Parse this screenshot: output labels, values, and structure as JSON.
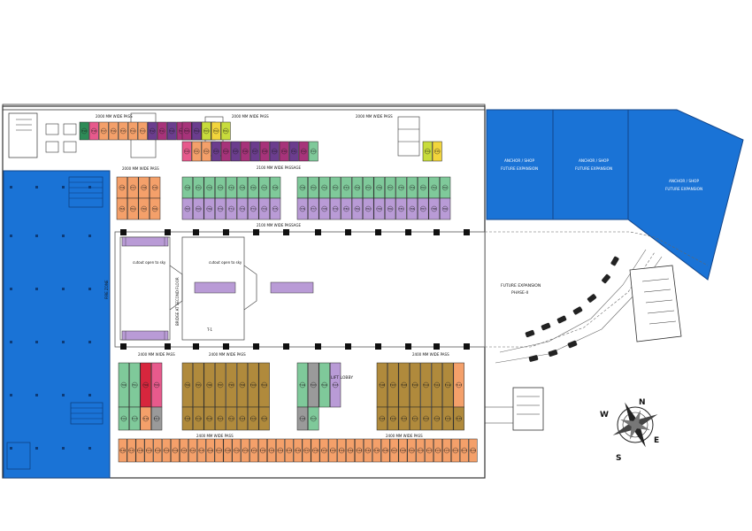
{
  "labels": {
    "pass_top_left": "2000 MM WIDE PASS",
    "pass_top_mid": "2000 MM WIDE PASS",
    "pass_top_right": "2000 MM WIDE PASS",
    "pass_upper_row": "2000 MM WIDE PASS",
    "passage_mid": "2100 MM WIDE PASSAGE",
    "passage_left": "2100 MM WIDE PASSAGE",
    "pass_lower_left": "2400 MM WIDE PASS",
    "pass_lower_mid": "2400 MM WIDE PASS",
    "pass_lower_right": "2400 MM WIDE PASS",
    "pass_bottom_left": "2400 MM WIDE PASS",
    "pass_bottom_right": "2400 MM WIDE PASS",
    "cutout_1": "cutout open to sky",
    "cutout_2": "cutout open to sky",
    "bridge": "BRIDGE AT SECOND FLOOR",
    "lift_lobby": "LIFT LOBBY",
    "future_expansion": "FUTURE EXPANSION",
    "phase": "PHASE-II",
    "anchor_1": "ANCHOR / SHOP",
    "anchor_2": "ANCHOR / SHOP",
    "anchor_3": "ANCHOR / SHOP",
    "future_exp_1": "FUTURE EXPANSION",
    "future_exp_2": "FUTURE EXPANSION",
    "future_exp_3": "FUTURE EXPANSION",
    "t1": "T-1",
    "fire_zone": "FIRE ZONE",
    "compass_n": "N",
    "compass_s": "S",
    "compass_e": "E",
    "compass_w": "W"
  },
  "colors": {
    "blue": "#1a73d6",
    "orange": "#f4a06a",
    "lavender": "#b99bd6",
    "green": "#7fc99a",
    "olive": "#b08a3c",
    "pink": "#e75a8c",
    "magenta": "#a7337a",
    "purple": "#6b3d8e",
    "lime": "#c8dc3c",
    "yellow": "#f2d53c",
    "darkgreen": "#2e8b57",
    "red": "#d7263d",
    "grey": "#9a9a9a"
  },
  "shop_rows": [
    {
      "name": "row-top-a",
      "units": [
        [
          "darkgreen",
          "T19"
        ],
        [
          "pink",
          "T18"
        ],
        [
          "orange",
          "T17"
        ],
        [
          "orange",
          "T16"
        ],
        [
          "orange",
          "T15"
        ],
        [
          "orange",
          "T14"
        ],
        [
          "orange",
          "T13"
        ],
        [
          "purple",
          "T12"
        ],
        [
          "magenta",
          "T11"
        ],
        [
          "purple",
          "T10"
        ],
        [
          "magenta",
          "T09"
        ],
        [
          "purple",
          "T08"
        ],
        [
          "magenta",
          "T07"
        ],
        [
          "purple",
          "T06"
        ],
        [
          "magenta",
          "T05"
        ],
        [
          "purple",
          "T04"
        ],
        [
          "lime",
          "T03"
        ],
        [
          "yellow",
          "T02"
        ],
        [
          "lime",
          "T01"
        ]
      ]
    },
    {
      "name": "row-top-b",
      "units": [
        [
          "pink",
          "T20"
        ],
        [
          "orange",
          "T21"
        ],
        [
          "orange",
          "T22"
        ],
        [
          "purple",
          "T23"
        ],
        [
          "magenta",
          "T24"
        ],
        [
          "purple",
          "T25"
        ],
        [
          "magenta",
          "T26"
        ],
        [
          "purple",
          "T27"
        ],
        [
          "magenta",
          "T28"
        ],
        [
          "purple",
          "T29"
        ],
        [
          "magenta",
          "T30"
        ],
        [
          "purple",
          "T31"
        ],
        [
          "magenta",
          "T32"
        ],
        [
          "green",
          "T33"
        ],
        [
          "lime",
          "T34"
        ],
        [
          "yellow",
          "T35"
        ]
      ]
    },
    {
      "name": "row-upper-1",
      "units": [
        [
          "orange",
          "T36"
        ],
        [
          "orange",
          "T37"
        ],
        [
          "orange",
          "T38"
        ],
        [
          "orange",
          "T39"
        ],
        [
          "green",
          "T40"
        ],
        [
          "green",
          "T41"
        ],
        [
          "green",
          "T42"
        ],
        [
          "green",
          "T43"
        ],
        [
          "green",
          "T44"
        ],
        [
          "green",
          "T45"
        ],
        [
          "green",
          "T46"
        ],
        [
          "green",
          "T47"
        ],
        [
          "green",
          "T48"
        ],
        [
          "green",
          "T49"
        ],
        [
          "green",
          "T50"
        ],
        [
          "green",
          "T51"
        ],
        [
          "green",
          "T52"
        ],
        [
          "green",
          "T53"
        ],
        [
          "green",
          "T54"
        ],
        [
          "green",
          "T55"
        ],
        [
          "green",
          "T56"
        ],
        [
          "green",
          "T57"
        ],
        [
          "green",
          "T58"
        ],
        [
          "green",
          "T59"
        ],
        [
          "green",
          "T60"
        ],
        [
          "green",
          "T61"
        ],
        [
          "green",
          "T62"
        ]
      ]
    },
    {
      "name": "row-upper-2",
      "units": [
        [
          "orange",
          "T63"
        ],
        [
          "orange",
          "T64"
        ],
        [
          "orange",
          "T65"
        ],
        [
          "orange",
          "T66"
        ],
        [
          "lavender",
          "T67"
        ],
        [
          "lavender",
          "T68"
        ],
        [
          "lavender",
          "T69"
        ],
        [
          "lavender",
          "T70"
        ],
        [
          "lavender",
          "T71"
        ],
        [
          "lavender",
          "T72"
        ],
        [
          "lavender",
          "T73"
        ],
        [
          "lavender",
          "T74"
        ],
        [
          "lavender",
          "T75"
        ],
        [
          "lavender",
          "T76"
        ],
        [
          "lavender",
          "T77"
        ],
        [
          "lavender",
          "T78"
        ],
        [
          "lavender",
          "T79"
        ],
        [
          "lavender",
          "T80"
        ],
        [
          "lavender",
          "T81"
        ],
        [
          "lavender",
          "T82"
        ],
        [
          "lavender",
          "T83"
        ],
        [
          "lavender",
          "T84"
        ],
        [
          "lavender",
          "T85"
        ],
        [
          "lavender",
          "T86"
        ],
        [
          "lavender",
          "T87"
        ],
        [
          "lavender",
          "T88"
        ],
        [
          "lavender",
          "T89"
        ]
      ]
    },
    {
      "name": "row-lower-1",
      "units": [
        [
          "green",
          "T90"
        ],
        [
          "green",
          "T91"
        ],
        [
          "red",
          "T92"
        ],
        [
          "pink",
          "T93"
        ],
        [
          "olive",
          "T94"
        ],
        [
          "olive",
          "T95"
        ],
        [
          "olive",
          "T96"
        ],
        [
          "olive",
          "T97"
        ],
        [
          "olive",
          "T98"
        ],
        [
          "olive",
          "T99"
        ],
        [
          "olive",
          "T100"
        ],
        [
          "olive",
          "T101"
        ],
        [
          "green",
          "T102"
        ],
        [
          "grey",
          "T103"
        ],
        [
          "green",
          "T104"
        ],
        [
          "lavender",
          "T105"
        ],
        [
          "olive",
          "T106"
        ],
        [
          "olive",
          "T107"
        ],
        [
          "olive",
          "T108"
        ],
        [
          "olive",
          "T109"
        ],
        [
          "olive",
          "T110"
        ],
        [
          "olive",
          "T111"
        ],
        [
          "olive",
          "T112"
        ],
        [
          "orange",
          "T113"
        ]
      ]
    },
    {
      "name": "row-lower-2",
      "units": [
        [
          "green",
          "T114"
        ],
        [
          "green",
          "T115"
        ],
        [
          "orange",
          "T116"
        ],
        [
          "grey",
          "T117"
        ],
        [
          "olive",
          "T118"
        ],
        [
          "olive",
          "T119"
        ],
        [
          "olive",
          "T120"
        ],
        [
          "olive",
          "T121"
        ],
        [
          "olive",
          "T122"
        ],
        [
          "olive",
          "T123"
        ],
        [
          "olive",
          "T124"
        ],
        [
          "olive",
          "T125"
        ],
        [
          "grey",
          "T126"
        ],
        [
          "green",
          "T127"
        ],
        [
          "olive",
          "T128"
        ],
        [
          "olive",
          "T129"
        ],
        [
          "olive",
          "T130"
        ],
        [
          "olive",
          "T131"
        ],
        [
          "olive",
          "T132"
        ],
        [
          "olive",
          "T133"
        ],
        [
          "olive",
          "T134"
        ],
        [
          "olive",
          "T135"
        ]
      ]
    },
    {
      "name": "row-bottom",
      "units": [
        [
          "orange",
          "T136"
        ],
        [
          "orange",
          "T137"
        ],
        [
          "orange",
          "T138"
        ],
        [
          "orange",
          "T139"
        ],
        [
          "orange",
          "T140"
        ],
        [
          "orange",
          "T141"
        ],
        [
          "orange",
          "T142"
        ],
        [
          "orange",
          "T143"
        ],
        [
          "orange",
          "T144"
        ],
        [
          "orange",
          "T145"
        ],
        [
          "orange",
          "T146"
        ],
        [
          "orange",
          "T147"
        ],
        [
          "orange",
          "T148"
        ],
        [
          "orange",
          "T149"
        ],
        [
          "orange",
          "T150"
        ],
        [
          "orange",
          "T151"
        ],
        [
          "orange",
          "T152"
        ],
        [
          "orange",
          "T153"
        ],
        [
          "orange",
          "T154"
        ],
        [
          "orange",
          "T155"
        ],
        [
          "orange",
          "T156"
        ],
        [
          "orange",
          "T157"
        ],
        [
          "orange",
          "T158"
        ],
        [
          "orange",
          "T159"
        ],
        [
          "orange",
          "T160"
        ],
        [
          "orange",
          "T161"
        ],
        [
          "orange",
          "T162"
        ],
        [
          "orange",
          "T163"
        ],
        [
          "orange",
          "T164"
        ],
        [
          "orange",
          "T165"
        ],
        [
          "orange",
          "T166"
        ],
        [
          "orange",
          "T167"
        ],
        [
          "orange",
          "T168"
        ],
        [
          "orange",
          "T169"
        ],
        [
          "orange",
          "T170"
        ],
        [
          "orange",
          "T171"
        ],
        [
          "orange",
          "T172"
        ],
        [
          "orange",
          "T173"
        ],
        [
          "orange",
          "T174"
        ],
        [
          "orange",
          "T175"
        ],
        [
          "orange",
          "T176"
        ]
      ]
    }
  ]
}
